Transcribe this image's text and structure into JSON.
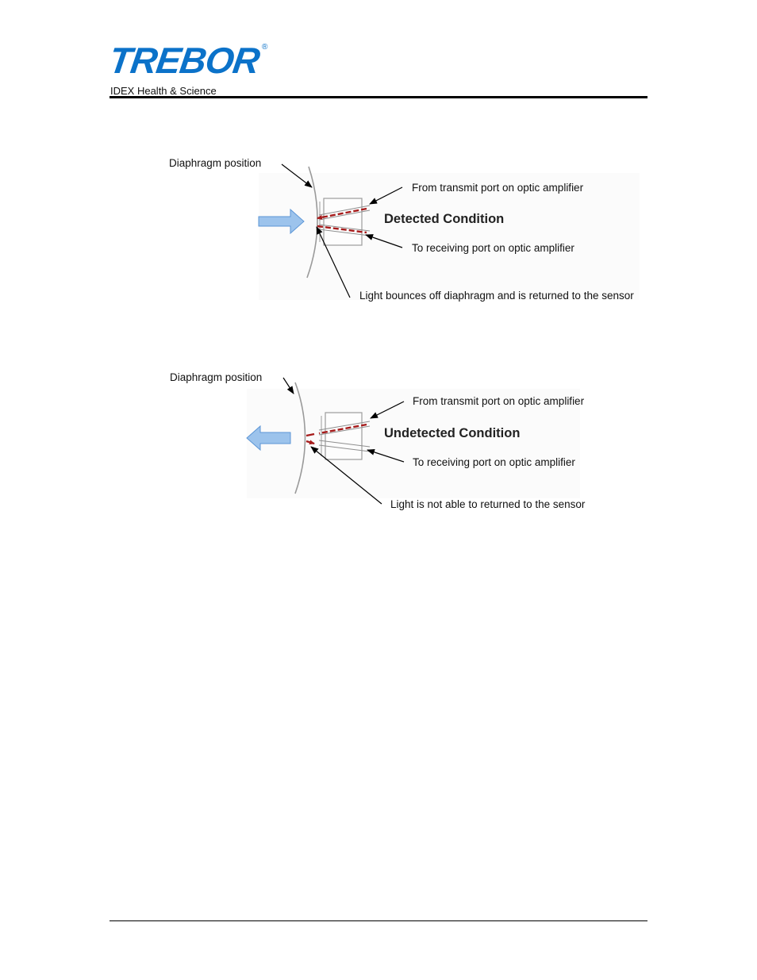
{
  "header": {
    "logo_text": "TREBOR",
    "logo_registered": "®",
    "tagline": "IDEX Health & Science"
  },
  "diagram_detected": {
    "diaphragm_label": "Diaphragm position",
    "transmit_label": "From transmit port on optic amplifier",
    "condition_title": "Detected Condition",
    "receive_label": "To receiving port on optic amplifier",
    "note_label": "Light bounces off diaphragm and is returned to the sensor"
  },
  "diagram_undetected": {
    "diaphragm_label": "Diaphragm position",
    "transmit_label": "From transmit port on optic amplifier",
    "condition_title": "Undetected Condition",
    "receive_label": "To receiving port on optic amplifier",
    "note_label": "Light is not able to returned to the sensor"
  },
  "colors": {
    "logo_blue": "#0b72c9",
    "arrow_fill": "#9cc3ec",
    "arrow_stroke": "#5b95d6",
    "beam_red": "#a61b1b"
  }
}
